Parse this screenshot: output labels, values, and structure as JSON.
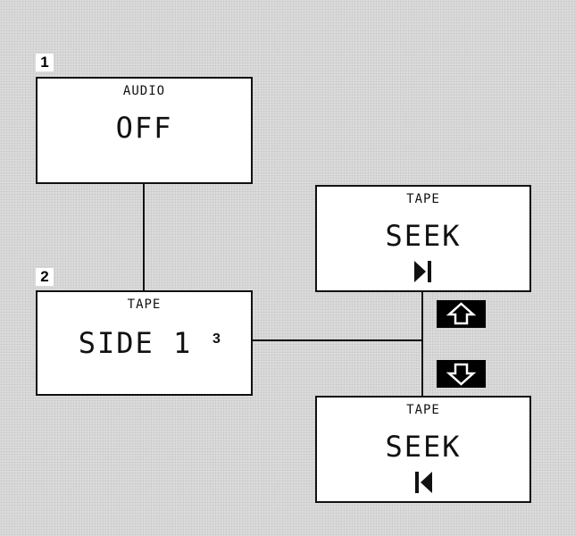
{
  "step_badges": {
    "step1": "1",
    "step2": "2"
  },
  "audio_box": {
    "label": "AUDIO",
    "value": "OFF"
  },
  "side_box": {
    "label": "TAPE",
    "value": "SIDE 1",
    "ref_number": "3"
  },
  "seek_forward_box": {
    "label": "TAPE",
    "value": "SEEK",
    "symbol_icon": "skip-forward-icon"
  },
  "seek_back_box": {
    "label": "TAPE",
    "value": "SEEK",
    "symbol_icon": "skip-back-icon"
  },
  "buttons": {
    "up_icon": "up-arrow-icon",
    "down_icon": "down-arrow-icon"
  },
  "colors": {
    "background": "#d9d9d9",
    "box_fill": "#ffffff",
    "ink": "#111111"
  }
}
